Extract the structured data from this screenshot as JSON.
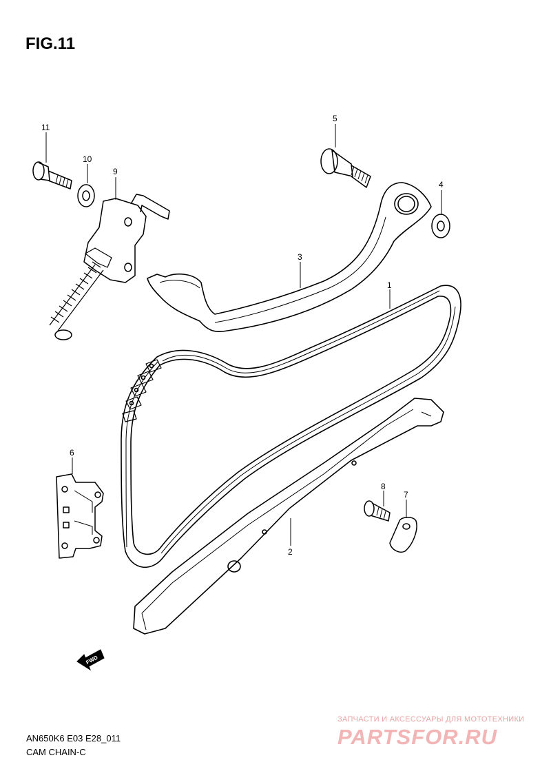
{
  "figure": {
    "title": "FIG.11",
    "model_code": "AN650K6 E03 E28_011",
    "section_name": "CAM CHAIN-C"
  },
  "callouts": [
    {
      "id": "callout-1",
      "label": "1"
    },
    {
      "id": "callout-2",
      "label": "2"
    },
    {
      "id": "callout-3",
      "label": "3"
    },
    {
      "id": "callout-4",
      "label": "4"
    },
    {
      "id": "callout-5",
      "label": "5"
    },
    {
      "id": "callout-6",
      "label": "6"
    },
    {
      "id": "callout-7",
      "label": "7"
    },
    {
      "id": "callout-8",
      "label": "8"
    },
    {
      "id": "callout-9",
      "label": "9"
    },
    {
      "id": "callout-10",
      "label": "10"
    },
    {
      "id": "callout-11",
      "label": "11"
    }
  ],
  "direction_arrow": {
    "label": "FWD"
  },
  "watermark": {
    "tagline": "ЗАПЧАСТИ И АКСЕССУАРЫ ДЛЯ МОТОТЕХНИКИ",
    "brand": "PARTSFOR.RU"
  }
}
